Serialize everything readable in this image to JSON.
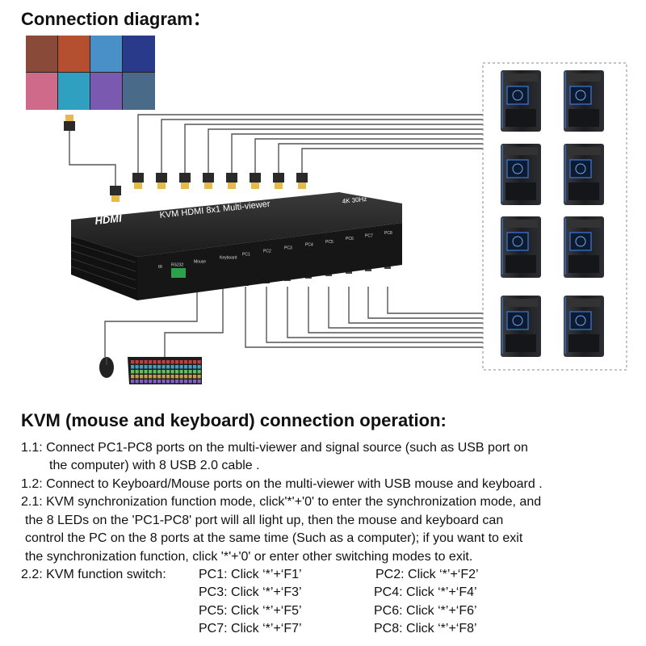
{
  "diagram_title": "Connection diagram：",
  "device": {
    "logo": "HDMI",
    "name": "KVM HDMI 8x1 Multi-viewer",
    "resolution": "4K 30Hz",
    "ports": [
      "IR",
      "RS232",
      "Mouse",
      "Keyboard",
      "PC1",
      "PC2",
      "PC3",
      "PC4",
      "PC5",
      "PC6",
      "PC7",
      "PC8"
    ]
  },
  "kvm_title": "KVM (mouse and keyboard) connection operation:",
  "lines": [
    "1.1: Connect PC1-PC8 ports on the multi-viewer and signal source (such as USB port on",
    "the computer) with 8 USB 2.0 cable .",
    "1.2: Connect to Keyboard/Mouse ports on the multi-viewer with USB mouse and keyboard .",
    "2.1: KVM synchronization function mode, click'*'+'0' to enter the synchronization mode, and",
    "the 8 LEDs on the 'PC1-PC8' port will all light up, then the mouse and keyboard can",
    "control the PC on the 8 ports at the same time (Such as a computer); if you want to exit",
    "the synchronization function, click '*'+'0' or enter other switching modes to exit."
  ],
  "switch": {
    "label": "2.2: KVM function switch:",
    "items": [
      "PC1: Click ‘*’+‘F1’",
      "PC2: Click ‘*’+‘F2’",
      "PC3: Click ‘*’+‘F3’",
      "PC4: Click ‘*’+‘F4’",
      "PC5: Click ‘*’+‘F5’",
      "PC6: Click ‘*’+‘F6’",
      "PC7: Click ‘*’+‘F7’",
      "PC8: Click ‘*’+‘F8’"
    ]
  },
  "colors": {
    "cable": "#555555",
    "device_body": "#1a1a1a",
    "plug_gold": "#e7b84a",
    "pc_case": "#202226",
    "pc_led": "#3a7be0",
    "dashed_border": "#888888"
  }
}
